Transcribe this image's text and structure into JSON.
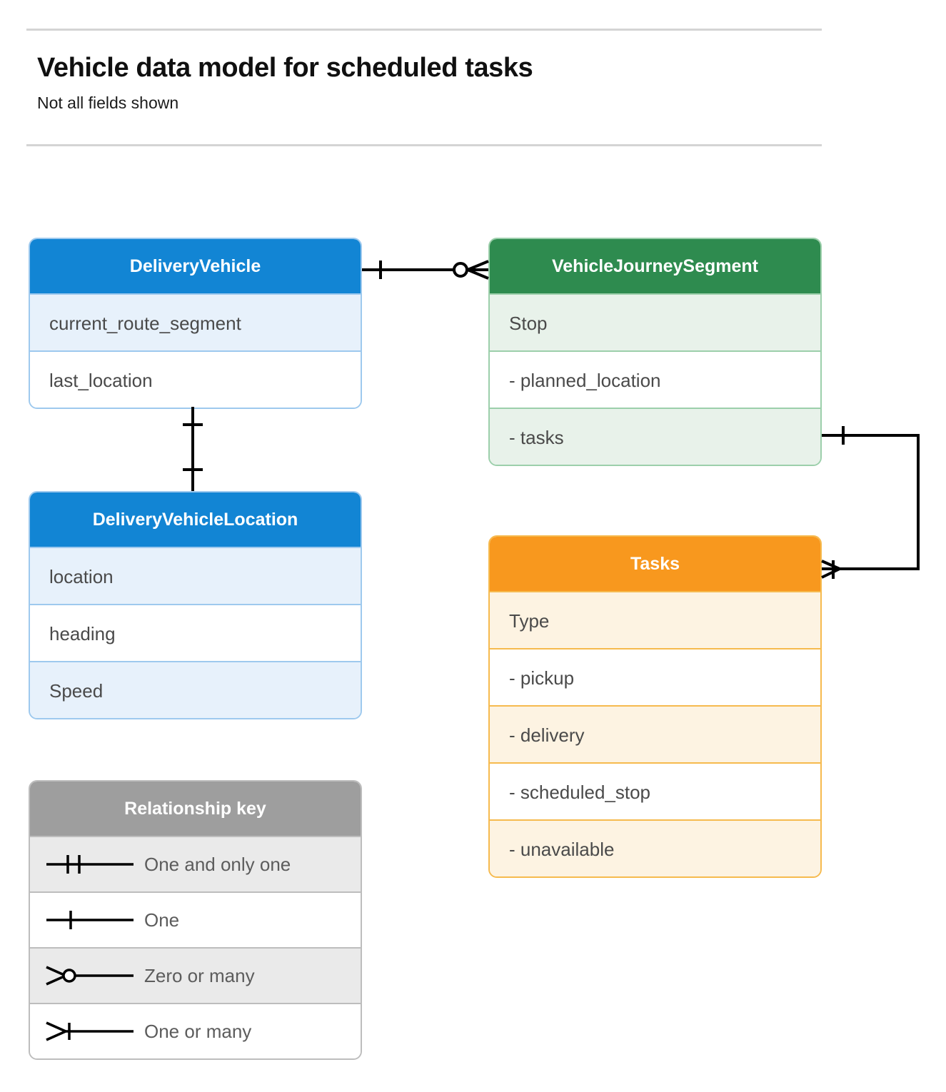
{
  "header": {
    "title": "Vehicle data model for scheduled tasks",
    "subtitle": "Not all fields shown"
  },
  "colors": {
    "blue_header": "#1285d4",
    "blue_row": "#e7f1fb",
    "blue_border": "#9ec9ee",
    "green_header": "#2e8b4f",
    "green_row": "#e8f2ea",
    "green_border": "#9ccfab",
    "orange_header": "#f8981e",
    "orange_row": "#fdf3e2",
    "orange_border": "#f6ba4e",
    "gray_header": "#9e9e9e",
    "gray_row": "#eaeaea",
    "gray_border": "#bdbdbd",
    "connector": "#000000",
    "rule": "#d4d4d4"
  },
  "entities": [
    {
      "id": "delivery-vehicle",
      "title": "DeliveryVehicle",
      "rows": [
        "current_route_segment",
        "last_location"
      ]
    },
    {
      "id": "vehicle-journey-segment",
      "title": "VehicleJourneySegment",
      "rows": [
        "Stop",
        "-  planned_location",
        "- tasks"
      ]
    },
    {
      "id": "delivery-vehicle-location",
      "title": "DeliveryVehicleLocation",
      "rows": [
        "location",
        "heading",
        "Speed"
      ]
    },
    {
      "id": "tasks",
      "title": "Tasks",
      "rows": [
        "Type",
        "-  pickup",
        "-  delivery",
        "-  scheduled_stop",
        "-  unavailable"
      ]
    }
  ],
  "legend": {
    "title": "Relationship key",
    "items": [
      {
        "symbol": "one-and-only-one",
        "label": "One and only one"
      },
      {
        "symbol": "one",
        "label": "One"
      },
      {
        "symbol": "zero-or-many",
        "label": "Zero or many"
      },
      {
        "symbol": "one-or-many",
        "label": "One or many"
      }
    ]
  },
  "relationships": [
    {
      "id": "vehicle-to-journey-segment",
      "from": "DeliveryVehicle",
      "to": "VehicleJourneySegment",
      "from_cardinality": "One",
      "to_cardinality": "Zero or many"
    },
    {
      "id": "vehicle-to-vehicle-location",
      "from": "DeliveryVehicle",
      "to": "DeliveryVehicleLocation",
      "from_cardinality": "One",
      "to_cardinality": "One"
    },
    {
      "id": "journey-segment-tasks-to-tasks",
      "from": "VehicleJourneySegment.tasks",
      "to": "Tasks",
      "from_cardinality": "One",
      "to_cardinality": "One or many"
    }
  ]
}
